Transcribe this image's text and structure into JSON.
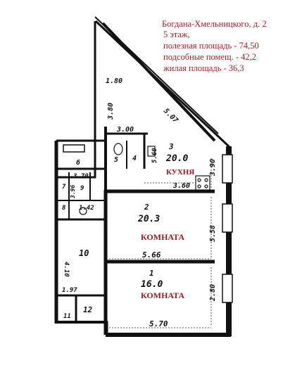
{
  "info": {
    "address": "Богдана-Хмельницкого, д. 2",
    "floor": "5 этаж,",
    "useful_area": "полезная площадь - 74,50",
    "aux_area": "подсобные помещ. - 42,2",
    "living_area": "жилая площадь - 36,3"
  },
  "rooms": {
    "kitchen": {
      "number": "3",
      "area": "20.0",
      "label": "КУХНЯ"
    },
    "room2": {
      "number": "2",
      "area": "20.3",
      "label": "КОМНАТА"
    },
    "room1": {
      "number": "1",
      "area": "16.0",
      "label": "КОМНАТА"
    },
    "hall": {
      "number": "10"
    },
    "small12": {
      "number": "12"
    },
    "small11": {
      "number": "11"
    },
    "small5": {
      "number": "5"
    },
    "small4": {
      "number": "4"
    },
    "small6": {
      "number": "6"
    },
    "small7": {
      "number": "7"
    },
    "small8": {
      "number": "8"
    },
    "small9": {
      "number": "9"
    }
  },
  "dimensions": {
    "d_1_80": "1.80",
    "d_3_80": "3.80",
    "d_5_07": "5.07",
    "d_3_00": "3.00",
    "d_5_60": "5.60",
    "d_3_90": "3.90",
    "d_3_60": "3.60",
    "d_3_70": "3.70",
    "d_5_58": "5.58",
    "d_5_66": "5.66",
    "d_2_80": "2.80",
    "d_5_70": "5.70",
    "d_4_10": "4.10",
    "d_1_97": "1.97",
    "d_1_42": "1.42",
    "d_3_96": "3.96"
  }
}
